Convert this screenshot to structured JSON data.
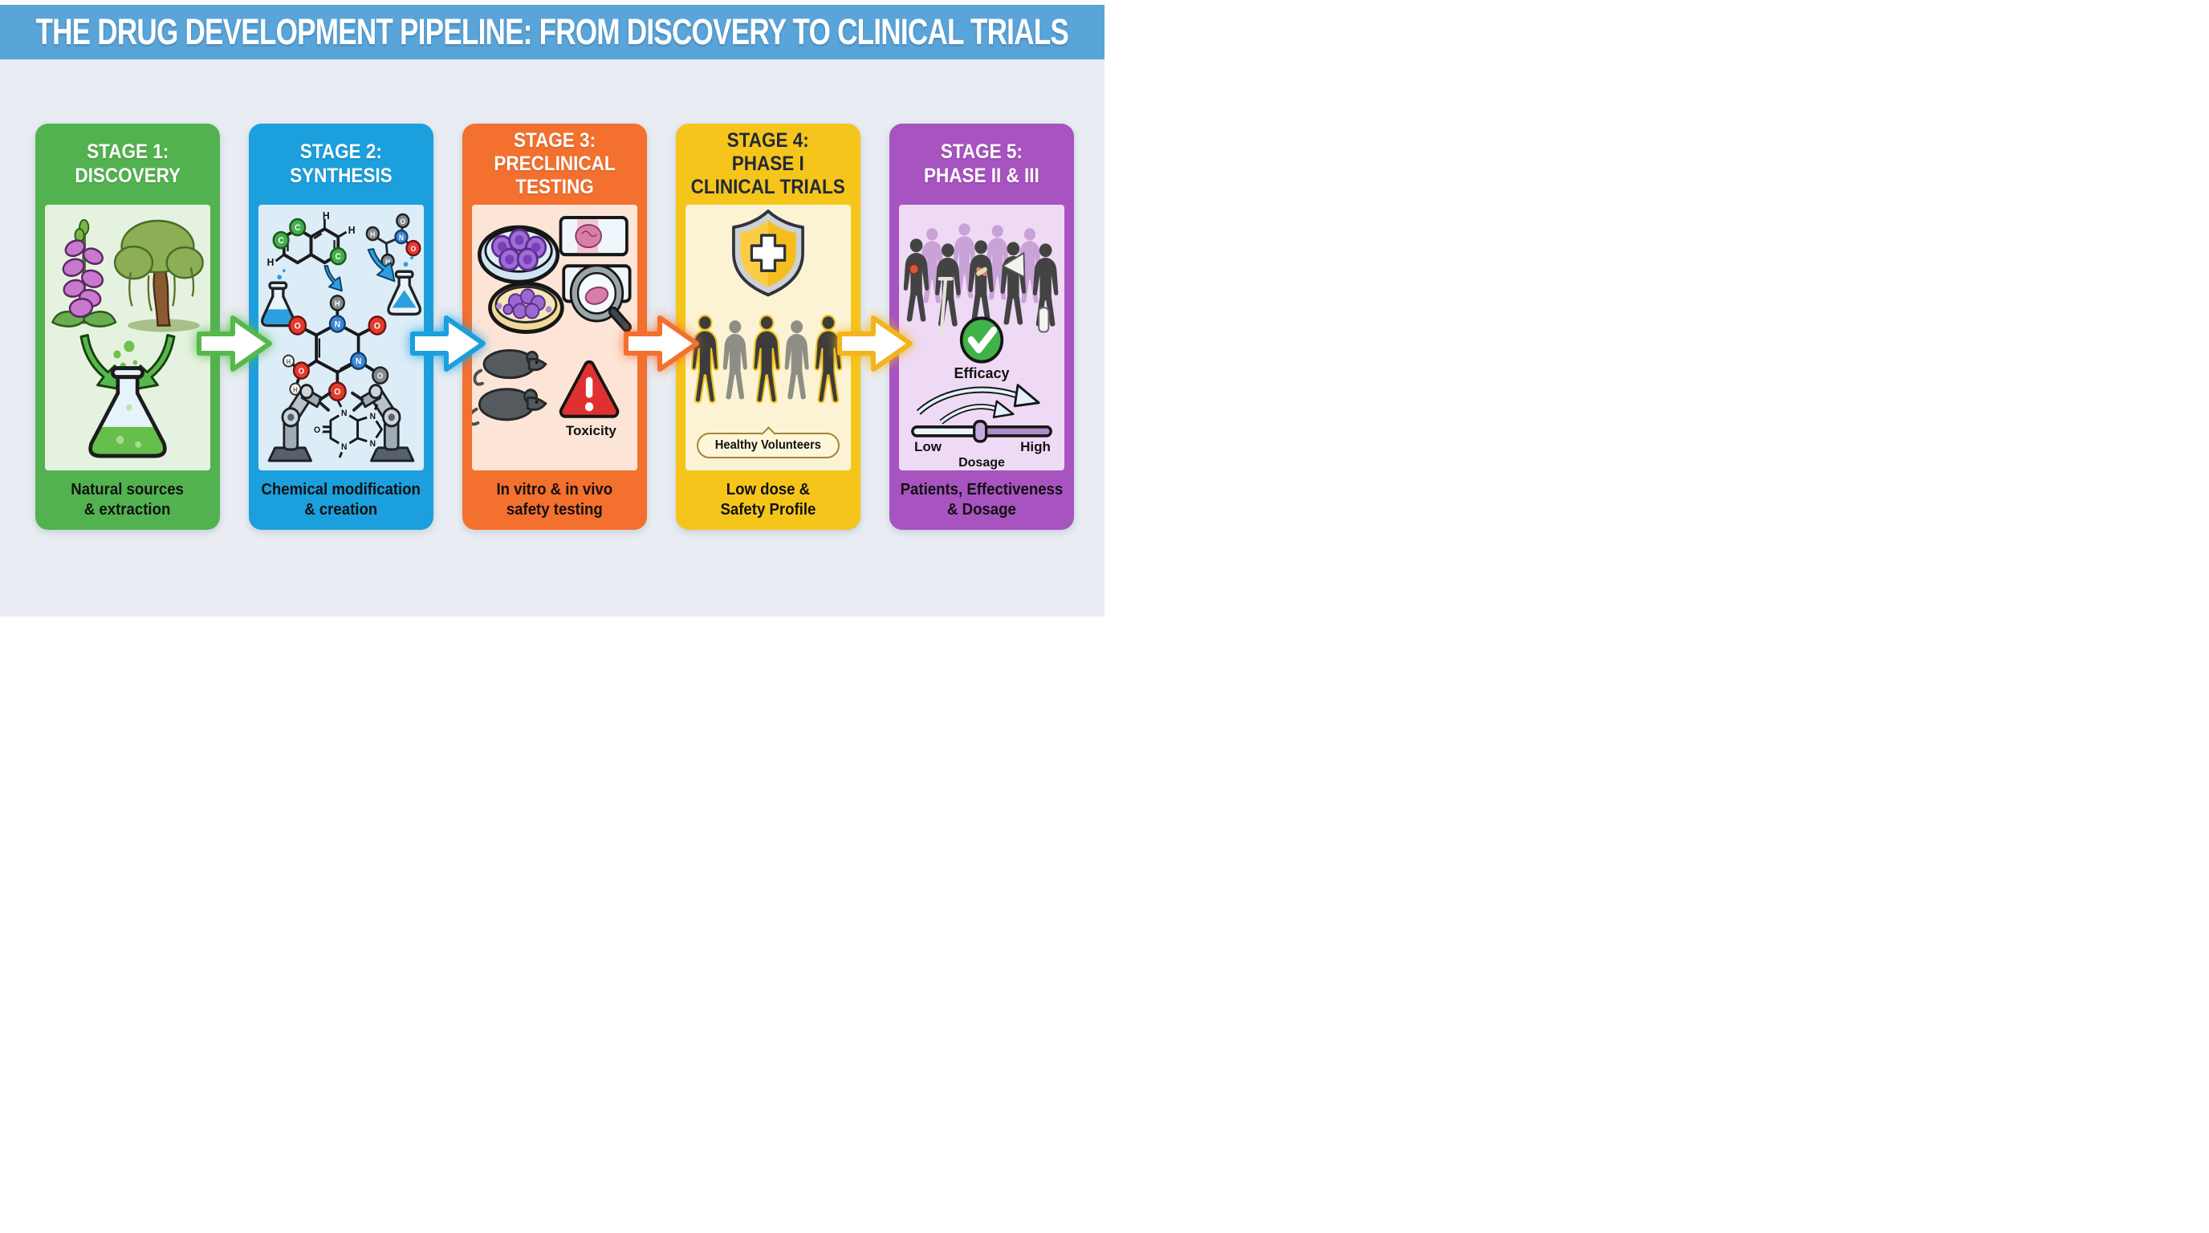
{
  "banner": {
    "title": "THE DRUG DEVELOPMENT PIPELINE: FROM DISCOVERY TO CLINICAL TRIALS",
    "bg_color": "#59a4d8",
    "text_color": "#ffffff"
  },
  "background_color": "#e9edf3",
  "stages": [
    {
      "title": "STAGE 1:\nDISCOVERY",
      "caption": "Natural sources\n& extraction",
      "theme_color": "#53b250",
      "panel_color": "#e6f2e0",
      "title_color": "#ffffff",
      "icons": [
        "foxglove-flower-icon",
        "willow-tree-icon",
        "extraction-arrow-icon",
        "extract-flask-icon"
      ]
    },
    {
      "title": "STAGE 2:\nSYNTHESIS",
      "caption": "Chemical modification\n& creation",
      "theme_color": "#1b9fdd",
      "panel_color": "#dcedf8",
      "title_color": "#ffffff",
      "icons": [
        "chemical-ring-structure-icon",
        "ball-and-stick-molecule-icon",
        "reaction-flask-icon",
        "blue-arrow-icon",
        "robot-arm-icon",
        "skeletal-formula-icon"
      ]
    },
    {
      "title": "STAGE 3:\nPRECLINICAL\nTESTING",
      "caption": "In vitro & in vivo\nsafety testing",
      "theme_color": "#f3702e",
      "panel_color": "#fce5d7",
      "title_color": "#ffffff",
      "labels": {
        "toxicity": "Toxicity"
      },
      "icons": [
        "petri-dish-icon",
        "tissue-slide-icon",
        "magnifier-icon",
        "lab-mouse-icon",
        "warning-triangle-icon"
      ]
    },
    {
      "title": "STAGE 4:\nPHASE I\nCLINICAL TRIALS",
      "caption": "Low dose &\nSafety Profile",
      "theme_color": "#f6c51c",
      "panel_color": "#fbf3d3",
      "title_color": "#222a36",
      "labels": {
        "volunteers": "Healthy Volunteers"
      },
      "icons": [
        "medical-shield-cross-icon",
        "volunteer-silhouette-icon"
      ]
    },
    {
      "title": "STAGE 5:\nPHASE II & III",
      "caption": "Patients, Effectiveness\n& Dosage",
      "theme_color": "#a753c0",
      "panel_color": "#eedaf5",
      "title_color": "#ffffff",
      "labels": {
        "efficacy": "Efficacy",
        "low": "Low",
        "high": "High",
        "dosage": "Dosage"
      },
      "icons": [
        "patient-crowd-icon",
        "efficacy-check-icon",
        "dosage-curve-arrow-icon",
        "dosage-slider-icon"
      ]
    }
  ],
  "flow_arrows": [
    {
      "between": "stage-1-and-2",
      "color": "#56b84b"
    },
    {
      "between": "stage-2-and-3",
      "color": "#1b9fdd"
    },
    {
      "between": "stage-3-and-4",
      "color": "#f3702e"
    },
    {
      "between": "stage-4-and-5",
      "color": "#f2b51b"
    }
  ]
}
